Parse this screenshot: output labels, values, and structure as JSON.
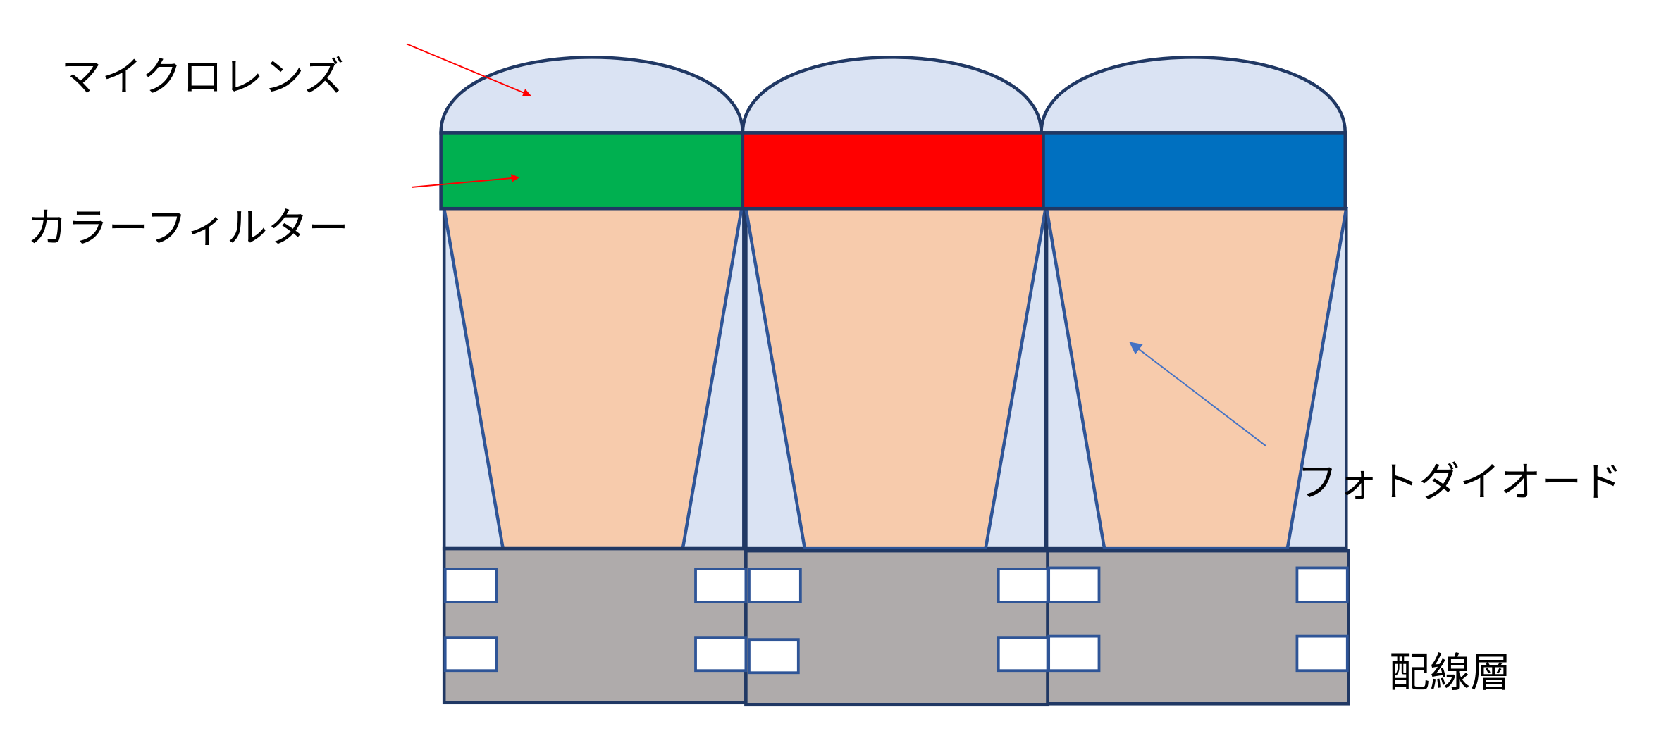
{
  "labels": {
    "microlens": "マイクロレンズ",
    "color_filter": "カラーフィルター",
    "photodiode": "フォトダイオード",
    "wiring_layer": "配線層"
  },
  "colors": {
    "filter_green": "#00B050",
    "filter_red": "#FF0000",
    "filter_blue": "#0070C0",
    "annotation_arrow_red": "#FF0000",
    "annotation_arrow_blue": "#4472C4"
  }
}
